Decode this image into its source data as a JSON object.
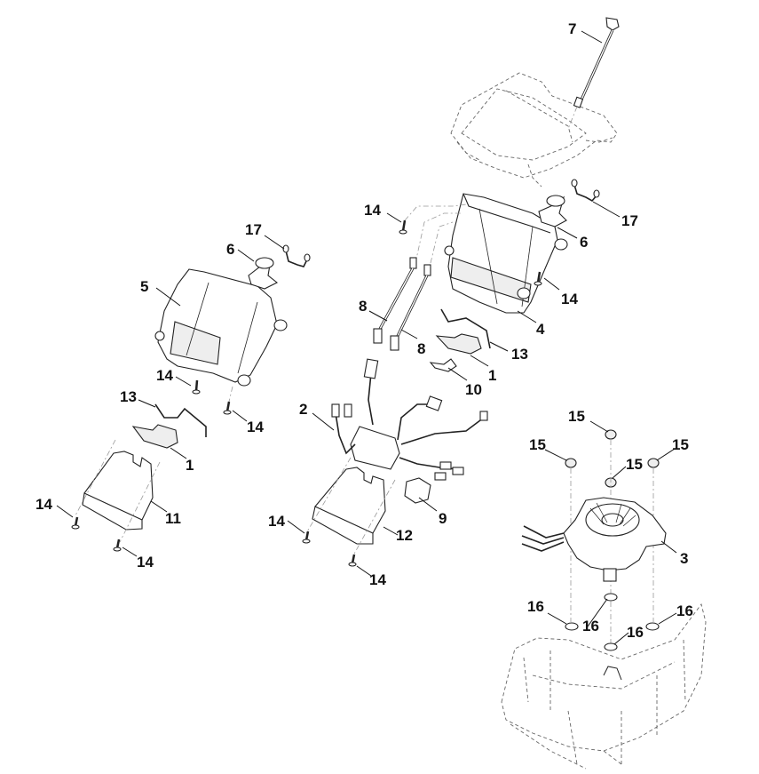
{
  "diagram": {
    "type": "exploded-parts-diagram",
    "callouts": [
      {
        "id": "c7",
        "part": "7"
      },
      {
        "id": "c14a",
        "part": "14"
      },
      {
        "id": "c17a",
        "part": "17"
      },
      {
        "id": "c6a",
        "part": "6"
      },
      {
        "id": "c14b",
        "part": "14"
      },
      {
        "id": "c4",
        "part": "4"
      },
      {
        "id": "c8a",
        "part": "8"
      },
      {
        "id": "c8b",
        "part": "8"
      },
      {
        "id": "c13a",
        "part": "13"
      },
      {
        "id": "c1a",
        "part": "1"
      },
      {
        "id": "c10",
        "part": "10"
      },
      {
        "id": "c17b",
        "part": "17"
      },
      {
        "id": "c6b",
        "part": "6"
      },
      {
        "id": "c5",
        "part": "5"
      },
      {
        "id": "c14c",
        "part": "14"
      },
      {
        "id": "c14d",
        "part": "14"
      },
      {
        "id": "c13b",
        "part": "13"
      },
      {
        "id": "c1b",
        "part": "1"
      },
      {
        "id": "c11",
        "part": "11"
      },
      {
        "id": "c14e",
        "part": "14"
      },
      {
        "id": "c14f",
        "part": "14"
      },
      {
        "id": "c2",
        "part": "2"
      },
      {
        "id": "c9",
        "part": "9"
      },
      {
        "id": "c12",
        "part": "12"
      },
      {
        "id": "c14g",
        "part": "14"
      },
      {
        "id": "c14h",
        "part": "14"
      },
      {
        "id": "c15a",
        "part": "15"
      },
      {
        "id": "c15b",
        "part": "15"
      },
      {
        "id": "c15c",
        "part": "15"
      },
      {
        "id": "c15d",
        "part": "15"
      },
      {
        "id": "c3",
        "part": "3"
      },
      {
        "id": "c16a",
        "part": "16"
      },
      {
        "id": "c16b",
        "part": "16"
      },
      {
        "id": "c16c",
        "part": "16"
      },
      {
        "id": "c16d",
        "part": "16"
      }
    ]
  }
}
